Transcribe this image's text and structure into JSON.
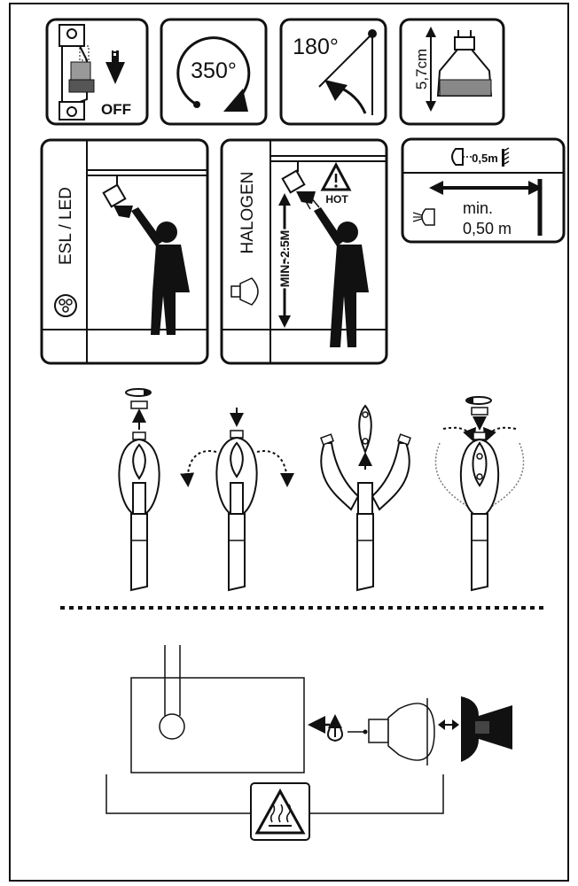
{
  "panels": {
    "off": {
      "label": "OFF",
      "icon": "switch-off-icon"
    },
    "rotation": {
      "label": "350°",
      "icon": "rotation-arrow-icon"
    },
    "tilt": {
      "label": "180°",
      "icon": "tilt-angle-icon"
    },
    "bulb_height": {
      "label": "5,7cm",
      "icon": "gu10-bulb-icon"
    },
    "esl_led": {
      "label": "ESL / LED",
      "icon": "person-adjusting-lamp-icon"
    },
    "halogen": {
      "label": "HALOGEN",
      "min_label": "MIN. 2.5M",
      "hot_label": "HOT",
      "icon": "person-adjusting-lamp-icon"
    },
    "distance": {
      "top_label": "0,5m",
      "min_label": "min.",
      "value_label": "0,50 m",
      "icon": "distance-to-wall-icon"
    }
  },
  "steps": {
    "count": 4,
    "icon": "clip-spring-steps-icon"
  },
  "bottom": {
    "icon": "bulb-replacement-icon",
    "warning_icon": "hot-surface-warning-icon"
  },
  "colors": {
    "line": "#111111",
    "paper": "#ffffff",
    "gray": "#777777"
  }
}
